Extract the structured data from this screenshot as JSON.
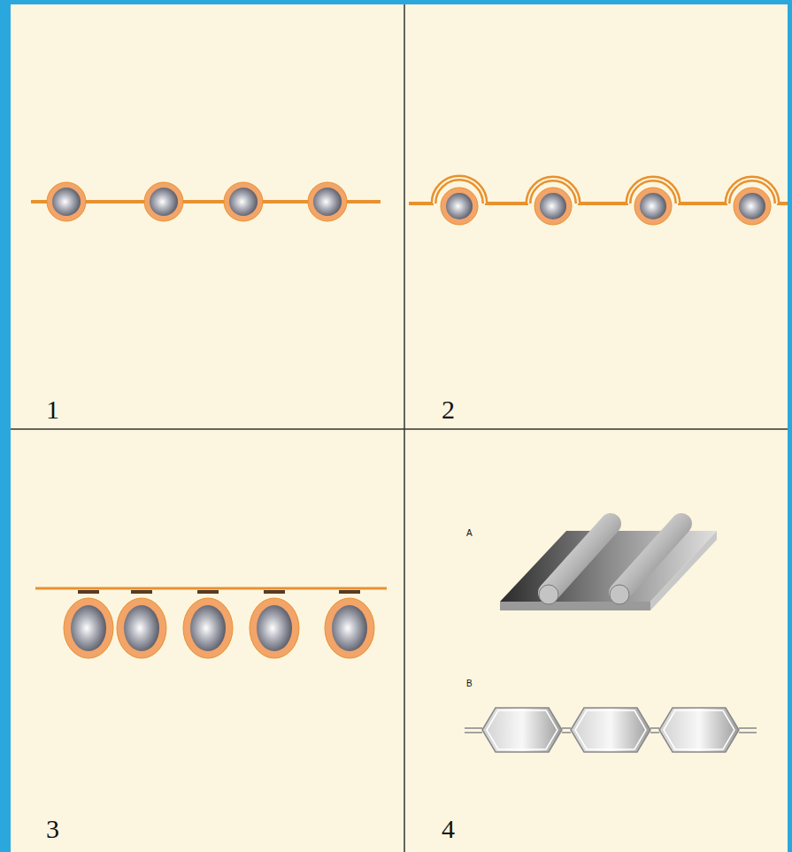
{
  "diagram": {
    "labels": [
      "1",
      "2",
      "3",
      "4",
      "A",
      "B"
    ]
  }
}
